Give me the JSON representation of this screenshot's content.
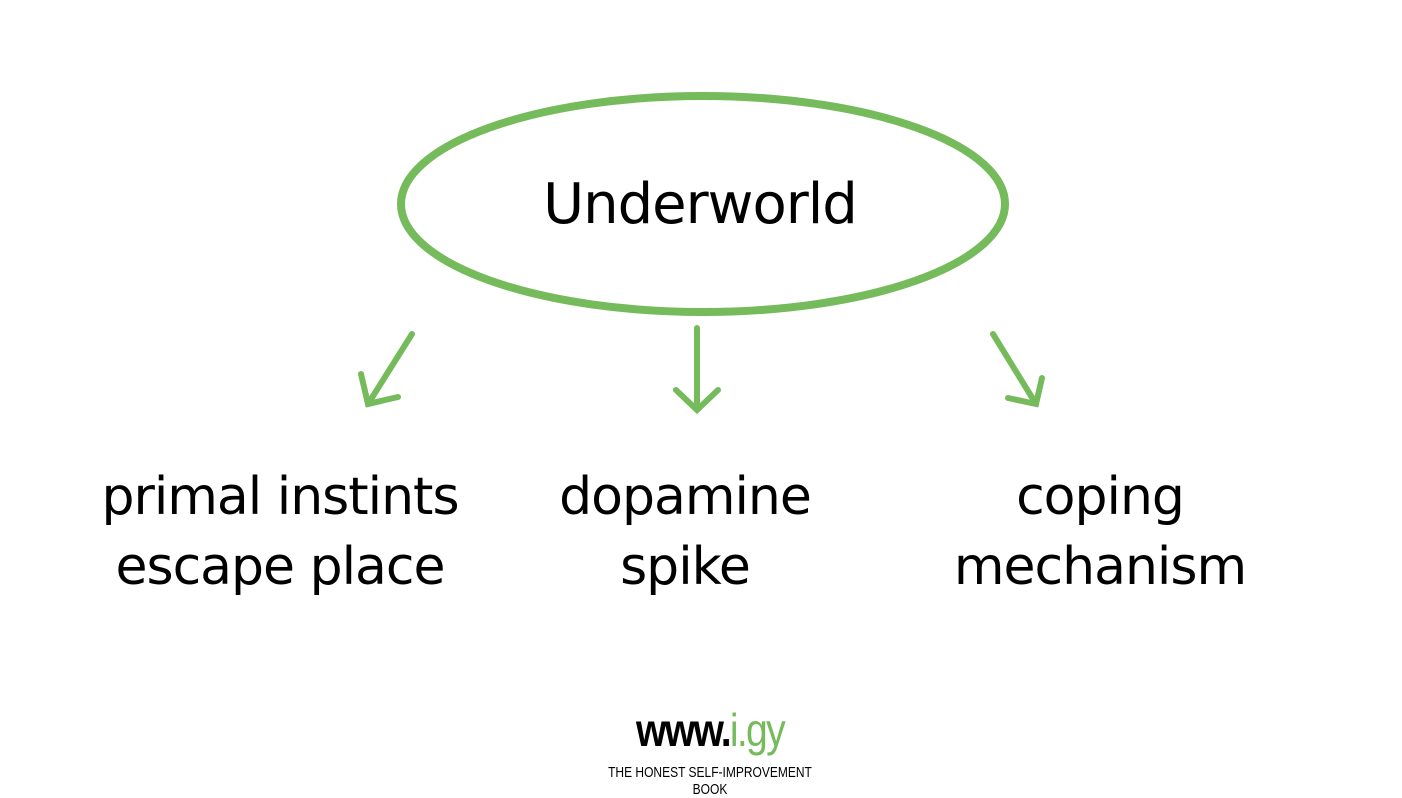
{
  "title": "Underworld",
  "children": [
    {
      "lines": [
        "primal instints",
        "escape place"
      ]
    },
    {
      "lines": [
        "dopamine",
        "spike"
      ]
    },
    {
      "lines": [
        "coping",
        "mechanism"
      ]
    }
  ],
  "footer": {
    "www": "www.",
    "domain": "i.gy",
    "tagline": "THE HONEST SELF-IMPROVEMENT BOOK"
  },
  "colors": {
    "accent": "#75bb5b"
  }
}
